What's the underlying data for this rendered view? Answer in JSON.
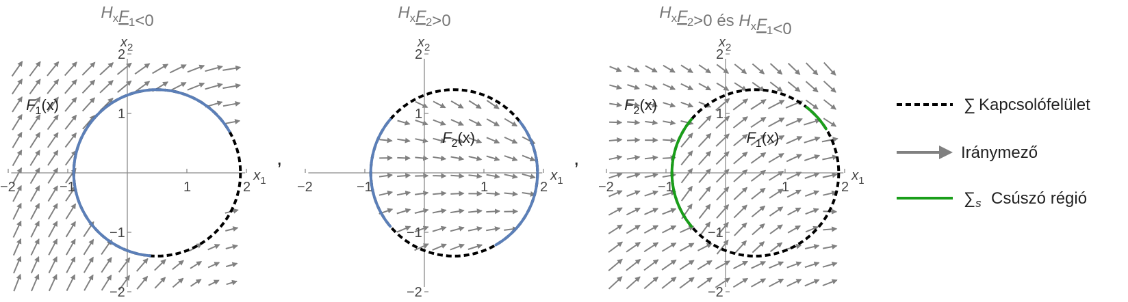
{
  "panels": [
    {
      "title": "H_xF_1<0",
      "title_parts": [
        [
          "H",
          "i"
        ],
        [
          "x",
          "s"
        ],
        [
          "F",
          "u"
        ],
        [
          "1",
          "s"
        ],
        [
          "<0",
          ""
        ]
      ],
      "x_axis_label": "x1",
      "y_axis_label": "x2",
      "x_ticks": [
        "−2",
        "−1",
        "1",
        "2"
      ],
      "y_ticks": [
        "2",
        "1",
        "−1",
        "−2"
      ],
      "field_labels": [
        {
          "text": "F1(x)",
          "base": "F",
          "sub": "1",
          "tail": "(x)",
          "at": [
            -1.7,
            1.15
          ]
        }
      ],
      "arrows_shown": "outside",
      "arcs": [
        {
          "from_deg": 30,
          "to_deg": 265,
          "color": "#5b7fb8"
        }
      ]
    },
    {
      "title": "H_xF_2>0",
      "title_parts": [
        [
          "H",
          "i"
        ],
        [
          "x",
          "s"
        ],
        [
          "F",
          "u"
        ],
        [
          "2",
          "s"
        ],
        [
          ">0",
          ""
        ]
      ],
      "x_axis_label": "x1",
      "y_axis_label": "x2",
      "x_ticks": [
        "−2",
        "−1",
        "1",
        "2"
      ],
      "y_ticks": [
        "2",
        "1",
        "−1",
        "−2"
      ],
      "field_labels": [
        {
          "text": "F2(x)",
          "base": "F",
          "sub": "2",
          "tail": "(x)",
          "at": [
            0.3,
            0.6
          ]
        }
      ],
      "arrows_shown": "inside",
      "arcs": [
        {
          "from_deg": 38,
          "to_deg": -60,
          "color": "#5b7fb8"
        },
        {
          "from_deg": 140,
          "to_deg": 220,
          "color": "#5b7fb8"
        }
      ]
    },
    {
      "title": "H_xF_2>0 és H_xF_1<0",
      "title_parts": [
        [
          "H",
          "i"
        ],
        [
          "x",
          "s"
        ],
        [
          "F",
          "u"
        ],
        [
          "2",
          "s"
        ],
        [
          ">0 és ",
          ""
        ],
        [
          "H",
          "i"
        ],
        [
          "x",
          "s"
        ],
        [
          "F",
          "u"
        ],
        [
          "1",
          "s"
        ],
        [
          "<0",
          ""
        ]
      ],
      "x_axis_label": "x1",
      "y_axis_label": "x2",
      "x_ticks": [
        "−2",
        "−1",
        "1",
        "2"
      ],
      "y_ticks": [
        "2",
        "1",
        "−1",
        "−2"
      ],
      "field_labels": [
        {
          "text": "F2(x)",
          "base": "F",
          "sub": "2",
          "tail": "(x)",
          "at": [
            -1.7,
            1.15
          ]
        },
        {
          "text": "F1(x)",
          "base": "F",
          "sub": "1",
          "tail": "(x)",
          "at": [
            0.35,
            0.6
          ]
        }
      ],
      "arrows_shown": "both",
      "arcs": [
        {
          "from_deg": 140,
          "to_deg": 220,
          "color": "#1a9e1a"
        },
        {
          "from_deg": 52,
          "to_deg": 32,
          "color": "#1a9e1a"
        }
      ]
    }
  ],
  "separators": [
    ",",
    ","
  ],
  "switching_curve": {
    "center": [
      0.5,
      0
    ],
    "radius": 1.4,
    "style": "dashed",
    "color": "#000000"
  },
  "arrow_color": "#808080",
  "legend": [
    {
      "symbol": "dashed-line",
      "symbol_text": "∑",
      "label": "Kapcsolófelület",
      "color": "#000000"
    },
    {
      "symbol": "arrow",
      "symbol_text": "",
      "label": "Iránymező",
      "color": "#808080"
    },
    {
      "symbol": "green-line",
      "symbol_text": "∑",
      "symbol_sub": "s",
      "label": "Csúszó régió",
      "color": "#1a9e1a"
    }
  ]
}
